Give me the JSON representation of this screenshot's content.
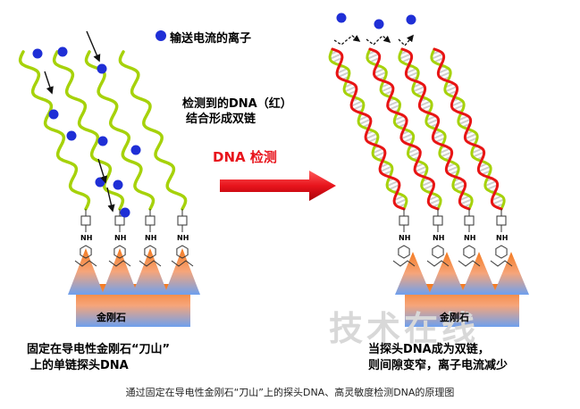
{
  "legend": {
    "label": "输送电流的离子",
    "ion_color": "#1f2fd6"
  },
  "detected_label": {
    "line1": "检测到的DNA（红）",
    "line2": "结合形成双链"
  },
  "arrow": {
    "label": "DNA 检测",
    "color": "#e8141c"
  },
  "diamond": {
    "left_label": "金刚石",
    "right_label": "金刚石"
  },
  "left_caption": {
    "line1": "固定在导电性金刚石“刀山”",
    "line2": "上的单链探头DNA"
  },
  "right_caption": {
    "line1": "当探头DNA成为双链，",
    "line2": "则间隙变窄，离子电流减少"
  },
  "caption": "通过固定在导电性金刚石“刀山”上的探头DNA、高灵敏度检测DNA的原理图",
  "watermark": "技术在线",
  "colors": {
    "probe_strand": "#a6d20a",
    "target_strand": "#e81414",
    "rung": "#cfcfcf",
    "diamond_top": "#f47a20",
    "diamond_bottom": "#6ea0ee"
  }
}
